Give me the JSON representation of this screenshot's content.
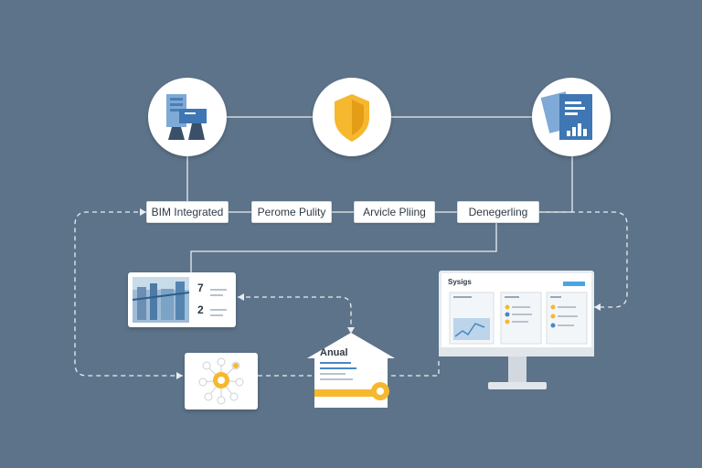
{
  "colors": {
    "background": "#5d7389",
    "accent_yellow": "#f5b82e",
    "accent_blue": "#4a86c5",
    "line": "#e8edf2"
  },
  "icons": {
    "node1": "building-machinery-icon",
    "node2": "shield-icon",
    "node3": "document-chart-icon"
  },
  "steps": [
    {
      "label": "BIM Integrated"
    },
    {
      "label": "Perome Pulity"
    },
    {
      "label": "Arvicle Pliing"
    },
    {
      "label": "Denegerling"
    }
  ],
  "photo_card": {
    "num1": "7",
    "num2": "2"
  },
  "house_card": {
    "title": "Anual"
  },
  "monitor": {
    "title": "Sysigs"
  }
}
